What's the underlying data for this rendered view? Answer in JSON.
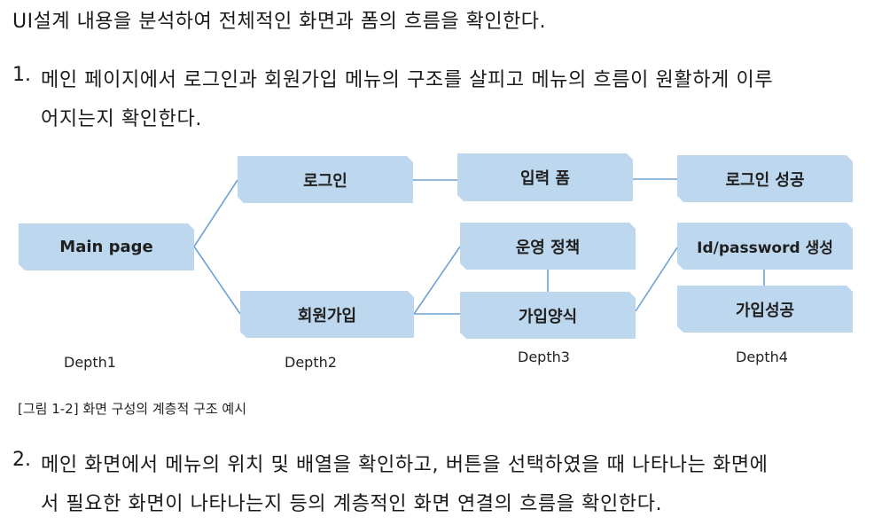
{
  "intro": "UI설계 내용을 분석하여 전체적인 화면과 폼의 흐름을 확인한다.",
  "items": [
    {
      "number": "1.",
      "line1": "메인 페이지에서 로그인과 회원가입 메뉴의 구조를 살피고 메뉴의 흐름이 원활하게 이루",
      "line2": "어지는지 확인한다."
    },
    {
      "number": "2.",
      "line1": "메인 화면에서 메뉴의 위치 및 배열을 확인하고, 버튼을 선택하였을 때 나타나는 화면에",
      "line2": "서 필요한 화면이 나타나는지 등의 계층적인 화면 연결의 흐름을 확인한다."
    }
  ],
  "diagram": {
    "nodes": {
      "main_page": "Main page",
      "login": "로그인",
      "signup": "회원가입",
      "input_form": "입력 폼",
      "login_success": "로그인 성공",
      "operation_policy": "운영 정책",
      "signup_form": "가입양식",
      "id_password": "Id/password 생성",
      "signup_success": "가입성공"
    },
    "depths": [
      "Depth1",
      "Depth2",
      "Depth3",
      "Depth4"
    ],
    "caption": "[그림 1-2] 화면 구성의 계층적 구조 예시"
  }
}
